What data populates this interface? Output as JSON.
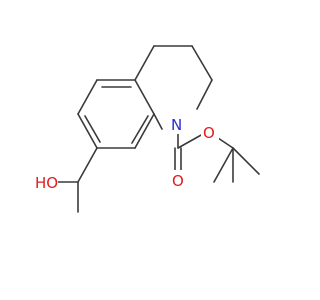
{
  "molecule": {
    "atoms": {
      "nitrogen": "N",
      "carbonyl_oxygen": "O",
      "ester_oxygen": "O",
      "hydroxyl": "HO"
    },
    "colors": {
      "bond": "#3a3a3a",
      "nitrogen": "#2b2bd6",
      "oxygen": "#e01c1c",
      "background": "#ffffff"
    }
  }
}
